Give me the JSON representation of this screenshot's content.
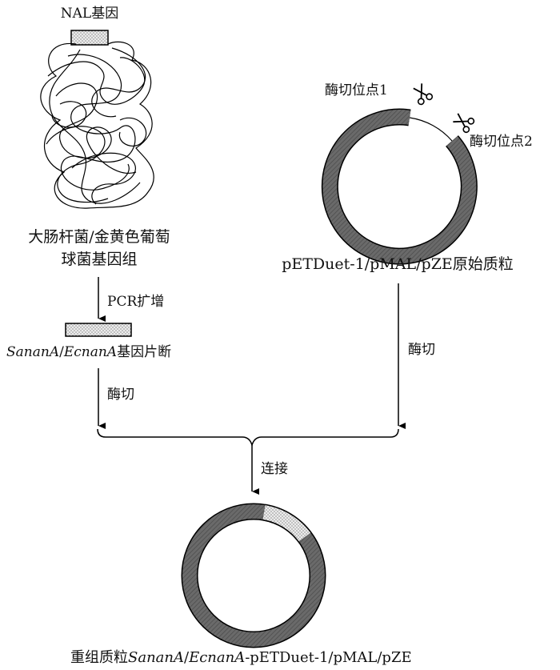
{
  "labels": {
    "nal_gene": "NAL基因",
    "genome_line1": "大肠杆菌/金黄色葡萄",
    "genome_line2": "球菌基因组",
    "pcr": "PCR扩增",
    "fragment_italic_1": "SananA",
    "fragment_sep": "/",
    "fragment_italic_2": "EcnanA",
    "fragment_suffix": "基因片断",
    "digest_left": "酶切",
    "site1": "酶切位点1",
    "site2": "酶切位点2",
    "plasmid_original": "pETDuet-1/pMAL/pZE原始质粒",
    "digest_right": "酶切",
    "ligation": "连接",
    "recomb_prefix": "重组质粒",
    "recomb_italic_1": "SananA",
    "recomb_sep": "/",
    "recomb_italic_2": "EcnanA",
    "recomb_suffix": "-pETDuet-1/pMAL/pZE"
  },
  "colors": {
    "plasmid_backbone": "#666666",
    "insert_fill": "#d8d8d8",
    "line": "#000000"
  },
  "icons": {
    "site1": "scissors-icon",
    "site2": "scissors-icon"
  }
}
